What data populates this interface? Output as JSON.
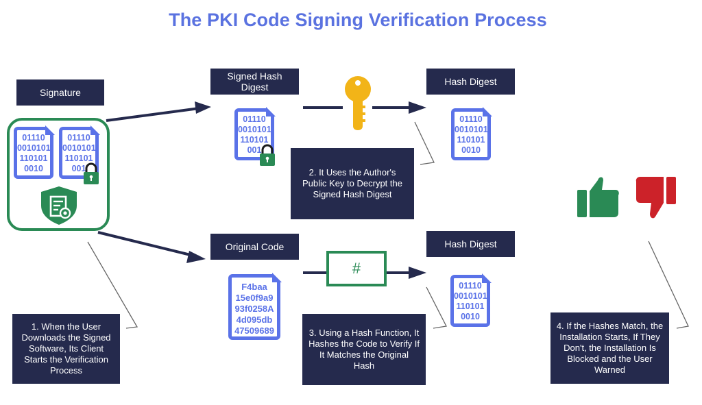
{
  "title": "The PKI Code Signing Verification Process",
  "colors": {
    "title": "#5a72e0",
    "box_fill": "#252a4d",
    "box_text": "#ffffff",
    "document_blue": "#5a72e8",
    "green": "#2a8a55",
    "red": "#cc2229",
    "key_gold": "#f2b418",
    "arrow": "#252a4d"
  },
  "labels": {
    "signature": "Signature",
    "signed_hash_digest": "Signed Hash Digest",
    "hash_digest_top": "Hash Digest",
    "original_code": "Original Code",
    "hash_digest_bottom": "Hash Digest"
  },
  "documents": {
    "binary_lines": [
      "01110",
      "0010101",
      "110101",
      "0010"
    ],
    "binary_lines_locked": [
      "01110",
      "0010101",
      "110101",
      "001"
    ],
    "code_lines": [
      "F4baa",
      "15e0f9a9",
      "93f0258A",
      "4d095db",
      "47509689"
    ]
  },
  "hash_function_symbol": "#",
  "icons": {
    "lock": "lock-icon",
    "certificate_shield": "certificate-shield-icon",
    "key": "key-icon",
    "thumbs_up": "thumbs-up-icon",
    "thumbs_down": "thumbs-down-icon"
  },
  "steps": [
    {
      "number": 1,
      "text": "1. When the User Downloads the Signed Software, Its Client Starts the Verification Process"
    },
    {
      "number": 2,
      "text": "2. It Uses the Author's Public Key to Decrypt the Signed Hash Digest"
    },
    {
      "number": 3,
      "text": "3. Using a Hash Function, It Hashes the Code to Verify If It Matches the Original Hash"
    },
    {
      "number": 4,
      "text": "4. If the Hashes Match, the Installation Starts, If They Don't, the Installation Is Blocked and the User Warned"
    }
  ]
}
